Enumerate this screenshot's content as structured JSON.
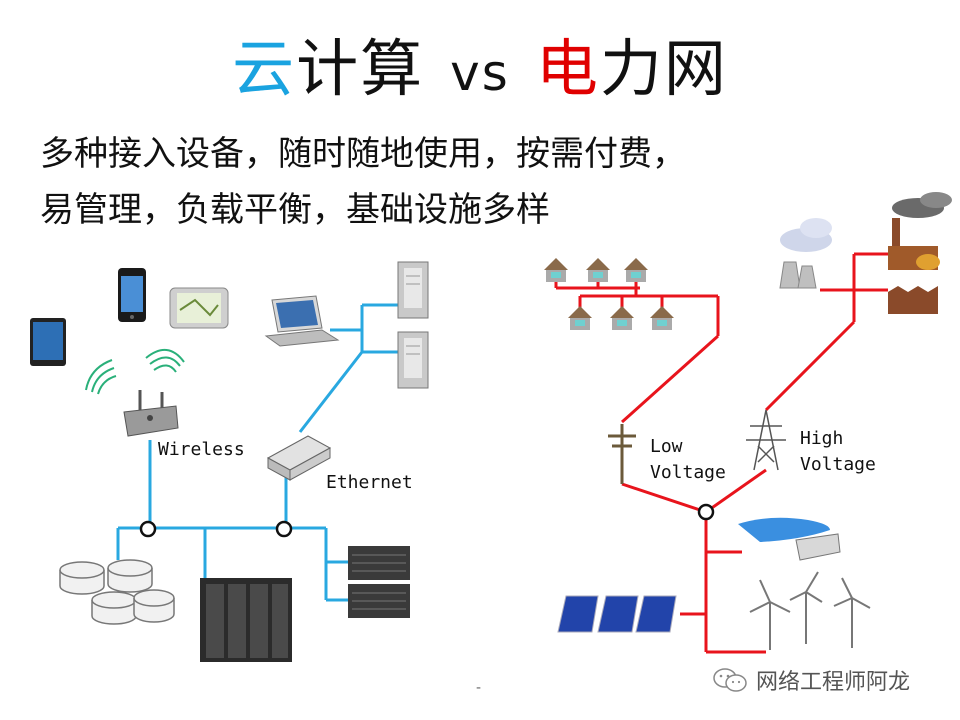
{
  "title": {
    "part1": "云",
    "part2": "计算",
    "part3": "vs",
    "part4": "电",
    "part5": "力网"
  },
  "subtitle": {
    "line1": "多种接入设备，随时随地使用，按需付费，",
    "line2": "易管理，负载平衡，基础设施多样"
  },
  "colors": {
    "cloud_accent": "#1aa3e0",
    "power_accent": "#e00000",
    "network_line": "#29a8e0",
    "power_line": "#e8141c"
  },
  "network": {
    "wireless_label": "Wireless",
    "ethernet_label": "Ethernet"
  },
  "power": {
    "low_voltage_line1": "Low",
    "low_voltage_line2": "Voltage",
    "high_voltage_line1": "High",
    "high_voltage_line2": "Voltage"
  },
  "watermark": {
    "text": "网络工程师阿龙",
    "icon": "wechat-icon"
  },
  "footer_mark": "-"
}
